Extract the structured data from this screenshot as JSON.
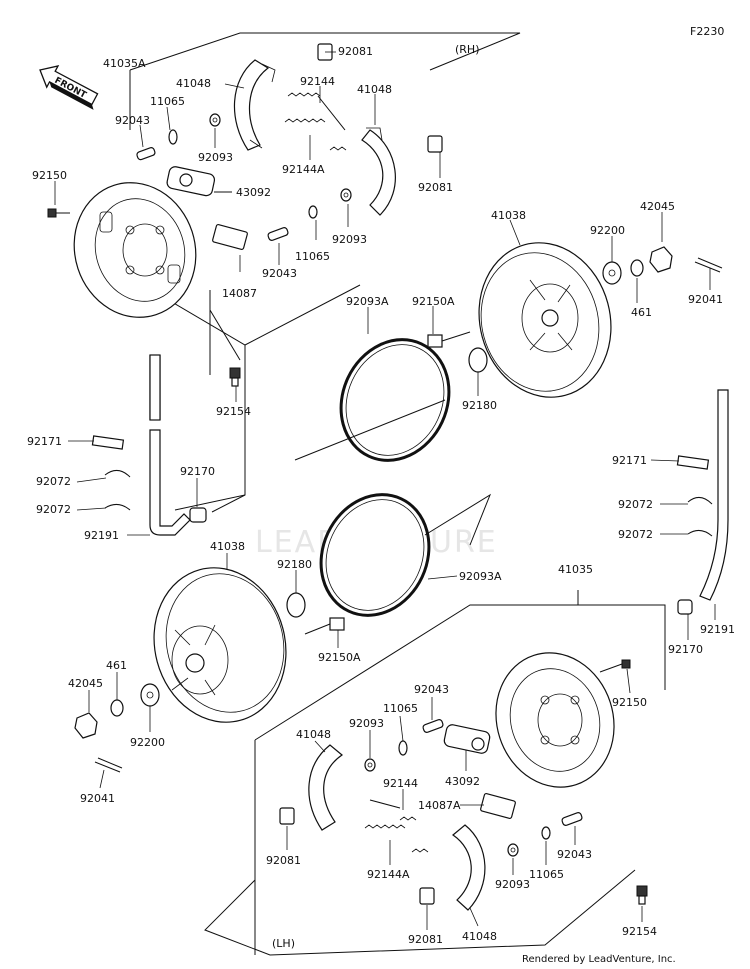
{
  "diagram": {
    "page_code": "F2230",
    "front_label": "FRONT",
    "side_rh": "(RH)",
    "side_lh": "(LH)",
    "footer": "Rendered by LeadVenture, Inc.",
    "watermark": "LEADVENTURE",
    "labels": [
      "41035A",
      "41048",
      "92081",
      "92144",
      "41048",
      "11065",
      "92043",
      "92093",
      "92144A",
      "92150",
      "43092",
      "92081",
      "41038",
      "42045",
      "92200",
      "14087",
      "92043",
      "11065",
      "92093",
      "461",
      "92041",
      "92093A",
      "92150A",
      "92154",
      "92180",
      "92171",
      "92072",
      "92072",
      "92170",
      "92191",
      "92171",
      "92072",
      "92072",
      "41038",
      "92180",
      "92093A",
      "92150A",
      "41035",
      "92191",
      "92170",
      "461",
      "42045",
      "92200",
      "92043",
      "11065",
      "92150",
      "41048",
      "92093",
      "92041",
      "43092",
      "92144",
      "14087A",
      "92043",
      "92081",
      "92144A",
      "92093",
      "11065",
      "92154",
      "92081",
      "41048"
    ]
  }
}
